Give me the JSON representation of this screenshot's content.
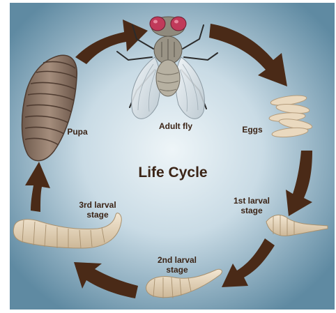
{
  "title": "Life Cycle",
  "stages": {
    "adult": "Adult fly",
    "eggs": "Eggs",
    "larva1": "1st larval\nstage",
    "larva2": "2nd larval\nstage",
    "larva3": "3rd larval\nstage",
    "pupa": "Pupa"
  },
  "colors": {
    "background_center": "#e8f1f6",
    "background_edge": "#6d95ab",
    "arrow": "#4a2a17",
    "text": "#3b2416",
    "larva": "#e6d5bb",
    "pupa": "#8a7364",
    "fly_eye": "#c03a5a"
  }
}
